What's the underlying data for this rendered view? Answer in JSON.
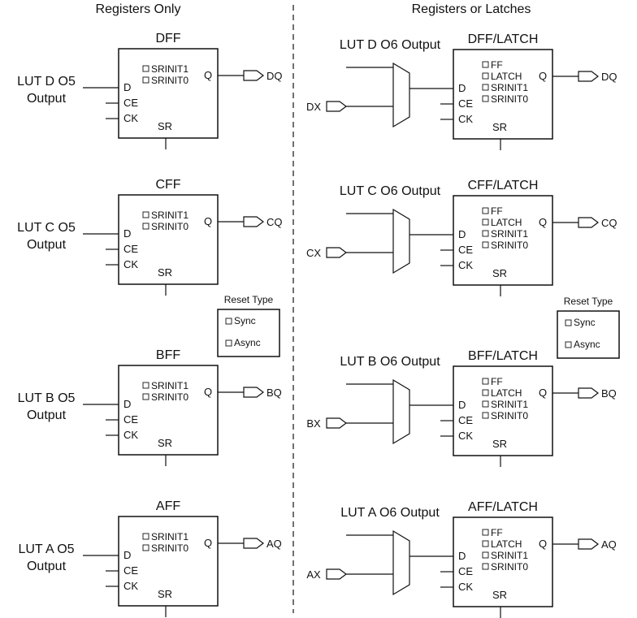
{
  "headers": {
    "left": "Registers Only",
    "right": "Registers or Latches"
  },
  "pins": {
    "d": "D",
    "ce": "CE",
    "ck": "CK",
    "sr": "SR",
    "q": "Q"
  },
  "left_blocks": [
    {
      "title": "DFF",
      "input_l1": "LUT D O5",
      "input_l2": "Output",
      "options": [
        "SRINIT1",
        "SRINIT0"
      ],
      "output": "DQ"
    },
    {
      "title": "CFF",
      "input_l1": "LUT C O5",
      "input_l2": "Output",
      "options": [
        "SRINIT1",
        "SRINIT0"
      ],
      "output": "CQ"
    },
    {
      "title": "BFF",
      "input_l1": "LUT B O5",
      "input_l2": "Output",
      "options": [
        "SRINIT1",
        "SRINIT0"
      ],
      "output": "BQ"
    },
    {
      "title": "AFF",
      "input_l1": "LUT A O5",
      "input_l2": "Output",
      "options": [
        "SRINIT1",
        "SRINIT0"
      ],
      "output": "AQ"
    }
  ],
  "right_blocks": [
    {
      "title": "DFF/LATCH",
      "lut": "LUT D O6 Output",
      "bypass": "DX",
      "options": [
        "FF",
        "LATCH",
        "SRINIT1",
        "SRINIT0"
      ],
      "output": "DQ"
    },
    {
      "title": "CFF/LATCH",
      "lut": "LUT C  O6 Output",
      "bypass": "CX",
      "options": [
        "FF",
        "LATCH",
        "SRINIT1",
        "SRINIT0"
      ],
      "output": "CQ"
    },
    {
      "title": "BFF/LATCH",
      "lut": "LUT B  O6 Output",
      "bypass": "BX",
      "options": [
        "FF",
        "LATCH",
        "SRINIT1",
        "SRINIT0"
      ],
      "output": "BQ"
    },
    {
      "title": "AFF/LATCH",
      "lut": "LUT A  O6 Output",
      "bypass": "AX",
      "options": [
        "FF",
        "LATCH",
        "SRINIT1",
        "SRINIT0"
      ],
      "output": "AQ"
    }
  ],
  "reset_left": {
    "title": "Reset Type",
    "options": [
      "Sync",
      "Async"
    ]
  },
  "reset_right": {
    "title": "Reset Type",
    "options": [
      "Sync",
      "Async"
    ]
  }
}
